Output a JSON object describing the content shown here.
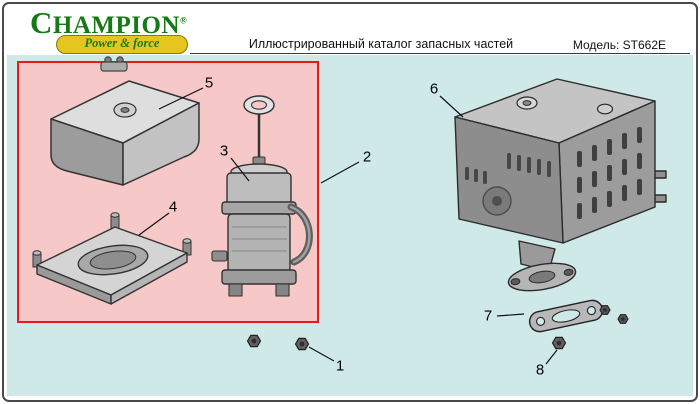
{
  "header": {
    "logo_text": "CHAMPION",
    "logo_reg": "®",
    "tagline": "Power & force",
    "title": "Иллюстрированный каталог запасных частей",
    "model": "Модель: ST662E"
  },
  "callouts": {
    "c1": "1",
    "c2": "2",
    "c3": "3",
    "c4": "4",
    "c5": "5",
    "c6": "6",
    "c7": "7",
    "c8": "8"
  },
  "colors": {
    "canvas_bg": "#cfe9e9",
    "highlight_fill": "#f6c8c8",
    "highlight_border": "#e81a1a",
    "logo_green": "#157a15",
    "banner_yellow": "#e6c51f"
  }
}
